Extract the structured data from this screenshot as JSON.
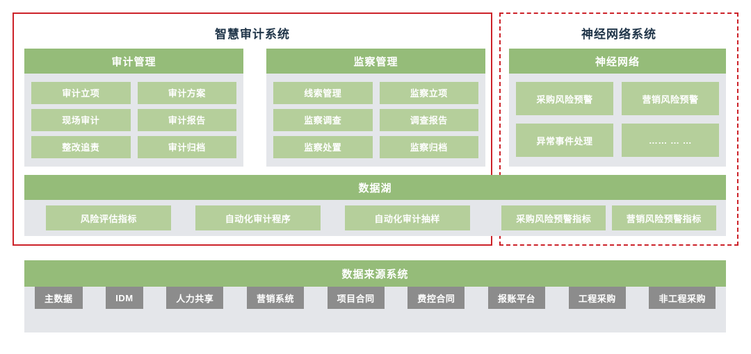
{
  "colors": {
    "accent_red": "#cc2229",
    "header_green": "#95bc79",
    "tile_green": "#b5cf9b",
    "panel_grey": "#e4e6ea",
    "chip_grey": "#8c8c8c",
    "title_navy": "#1f3448",
    "page_background": "#ffffff"
  },
  "regions": {
    "solid": {
      "caption": "智慧审计系统",
      "border_style": "solid"
    },
    "dashed": {
      "caption": "神经网络系统",
      "border_style": "dashed"
    }
  },
  "panels": {
    "audit_management": {
      "title": "审计管理",
      "tiles": [
        "审计立项",
        "审计方案",
        "现场审计",
        "审计报告",
        "整改追责",
        "审计归档"
      ]
    },
    "supervision_management": {
      "title": "监察管理",
      "tiles": [
        "线索管理",
        "监察立项",
        "监察调查",
        "调查报告",
        "监察处置",
        "监察归档"
      ]
    },
    "neural_network": {
      "title": "神经网络",
      "tiles": [
        "采购风险预警",
        "营销风险预警",
        "异常事件处理",
        "…… … …"
      ]
    },
    "data_lake": {
      "title": "数据湖",
      "left_tiles": [
        "风险评估指标",
        "自动化审计程序",
        "自动化审计抽样"
      ],
      "right_tiles": [
        "采购风险预警指标",
        "营销风险预警指标"
      ]
    },
    "data_source_system": {
      "title": "数据来源系统",
      "chips": [
        "主数据",
        "IDM",
        "人力共享",
        "营销系统",
        "项目合同",
        "费控合同",
        "报账平台",
        "工程采购",
        "非工程采购"
      ]
    }
  }
}
